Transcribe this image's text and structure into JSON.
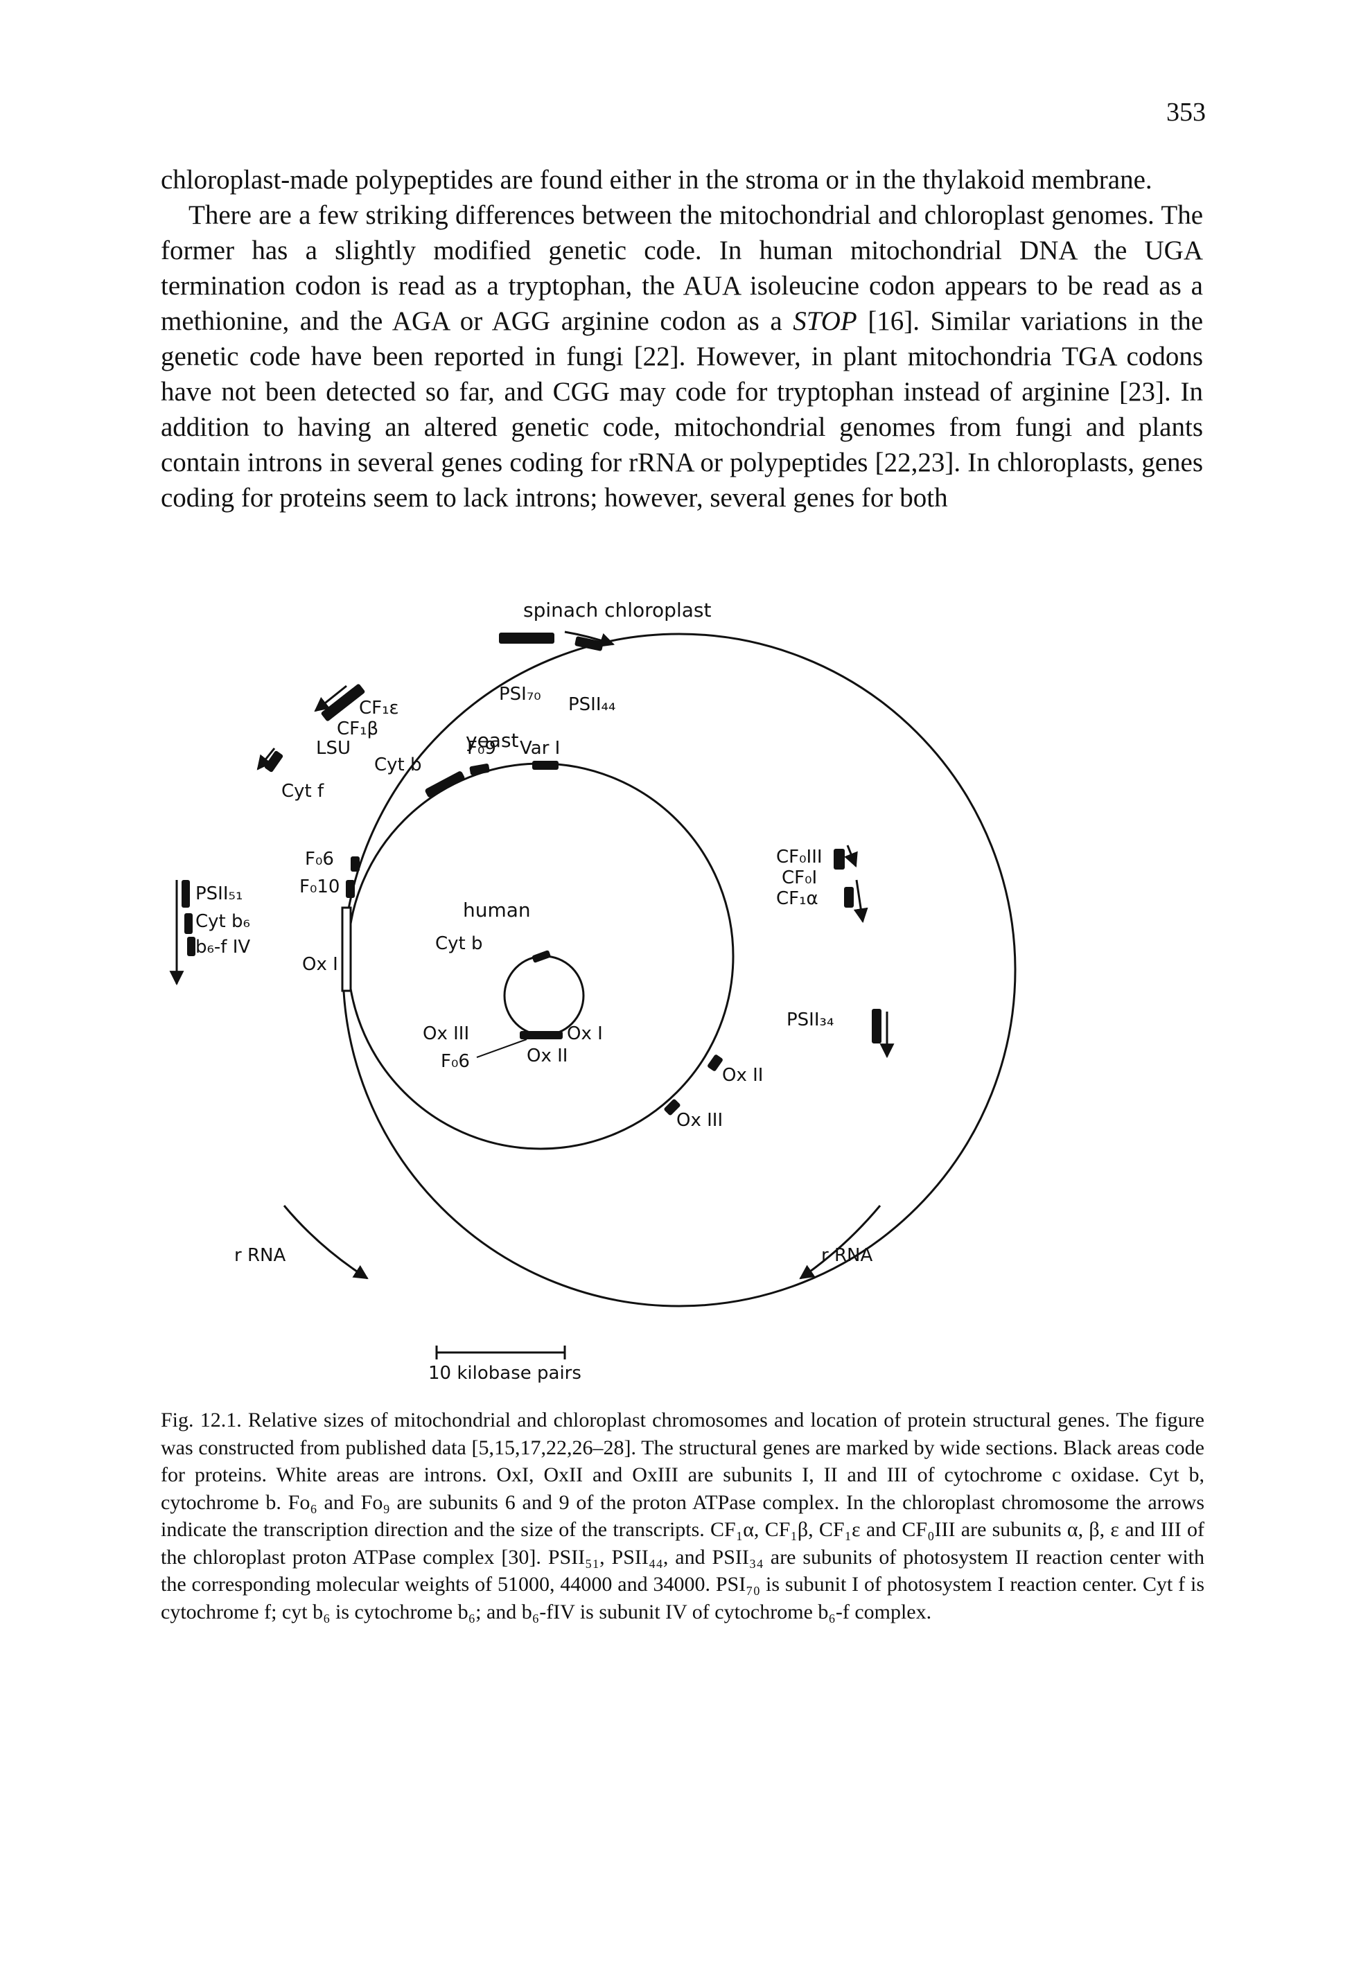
{
  "page": {
    "number": "353"
  },
  "text": {
    "para1_end": "chloroplast-made polypeptides are found either in the stroma or in the thylakoid membrane.",
    "para2_a": "There are a few striking differences between the mitochondrial and chloroplast genomes. The former has a slightly modified genetic code. In human mitochondrial DNA the UGA termination codon is read as a tryptophan, the AUA isoleucine codon appears to be read as a methionine, and the AGA or AGG arginine codon as a ",
    "para2_stop": "STOP",
    "para2_b": " [16]. Similar variations in the genetic code have been reported in fungi [22]. However, in plant mitochondria TGA codons have not been detected so far, and CGG may code for tryptophan instead of arginine [23]. In addition to having an altered genetic code, mitochondrial genomes from fungi and plants contain introns in several genes coding for rRNA or polypeptides [22,23]. In chloroplasts, genes coding for proteins seem to lack introns; however, several genes for both"
  },
  "figure": {
    "title": "spinach chloroplast",
    "ring_labels": {
      "yeast": "yeast",
      "human": "human"
    },
    "chloroplast_labels": {
      "cf1e": "CF₁ε",
      "cf1b": "CF₁β",
      "lsu": "LSU",
      "cytf": "Cyt f",
      "psi70": "PSI₇₀",
      "psii44": "PSII₄₄",
      "cf0iii": "CF₀III",
      "cf0i": "CF₀I",
      "cf1a": "CF₁α",
      "psii34": "PSII₃₄",
      "psii51": "PSII₅₁",
      "cytb6": "Cyt b₆",
      "b6fiv": "b₆-f IV",
      "rrna_left": "r RNA",
      "rrna_right": "r RNA"
    },
    "yeast_labels": {
      "cytb": "Cyt b",
      "f09": "F₀9",
      "var1": "Var I",
      "f06": "F₀6",
      "f010": "F₀10",
      "oxi": "Ox I",
      "oxii": "Ox II",
      "oxiii": "Ox III"
    },
    "human_labels": {
      "cytb": "Cyt b",
      "oxiii": "Ox III",
      "oxi": "Ox I",
      "f06": "F₀6",
      "oxii": "Ox II"
    },
    "scale_label": "10 kilobase pairs"
  },
  "caption": {
    "label": "Fig. 12.1.",
    "text": " Relative sizes of mitochondrial and chloroplast chromosomes and location of protein structural genes. The figure was constructed from published data [5,15,17,22,26–28]. The structural genes are marked by wide sections. Black areas code for proteins. White areas are introns. OxI, OxII and OxIII are subunits I, II and III of cytochrome c oxidase. Cyt b, cytochrome b. Fo₆ and Fo₉ are subunits 6 and 9 of the proton ATPase complex. In the chloroplast chromosome the arrows indicate the transcription direction and the size of the transcripts. CF₁α, CF₁β, CF₁ε and CF₀III are subunits α, β, ε and III of the chloroplast proton ATPase complex [30]. PSII₅₁, PSII₄₄, and PSII₃₄ are subunits of photosystem II reaction center with the corresponding molecular weights of 51000, 44000 and 34000. PSI₇₀ is subunit I of photosystem I reaction center. Cyt f is cytochrome f; cyt b₆ is cytochrome b₆; and b₆-fIV is subunit IV of cytochrome b₆-f complex."
  }
}
